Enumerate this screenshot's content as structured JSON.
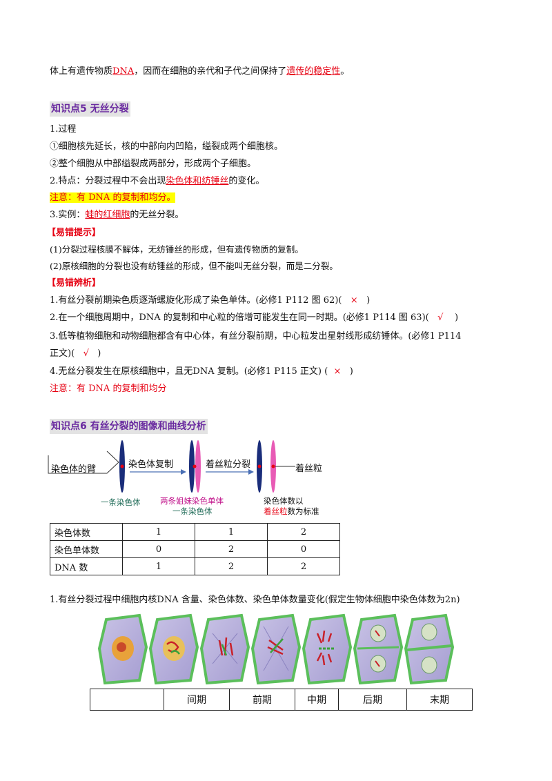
{
  "intro": {
    "prefix": "体上有遗传物质",
    "term1": "DNA",
    "mid": "，因而在细胞的亲代和子代之间保持了",
    "term2": "遗传的稳定性",
    "suffix": "。"
  },
  "section5": {
    "heading": "知识点5    无丝分裂",
    "process_title": "1.过程",
    "step1": "①细胞核先延长，核的中部向内凹陷，缢裂成两个细胞核。",
    "step2": "②整个细胞从中部缢裂成两部分，形成两个子细胞。",
    "feature_prefix": "2.特点：分裂过程中不会出现",
    "feature_term": "染色体和纺锤丝",
    "feature_suffix": "的变化。",
    "note1": "注意：有 DNA 的复制和均分。",
    "example_prefix": "3.实例：",
    "example_term": "蛙的红细胞",
    "example_suffix": "的无丝分裂。",
    "tip_title": "【易错提示】",
    "tip1": "(1)分裂过程核膜不解体，无纺锤丝的形成，但有遗传物质的复制。",
    "tip2": "(2)原核细胞的分裂也没有纺锤丝的形成，但不能叫无丝分裂，而是二分裂。",
    "analysis_title": "【易错辨析】",
    "q1": "1.有丝分裂前期染色质逐渐螺旋化形成了染色单体。(必修1  P112 图 62)(",
    "q1_mark": "×",
    "q2": "2.在一个细胞周期中，DNA 的复制和中心粒的倍增可能发生在同一时期。(必修1  P114 图 63)(",
    "q2_mark": "√",
    "q3a": "3.低等植物细胞和动物细胞都含有中心体，有丝分裂前期，中心粒发出星射线形成纺锤体。(必修1  P114",
    "q3b": "正文)(",
    "q3_mark": "√",
    "q4": "4.无丝分裂发生在原核细胞中，且无DNA 复制。(必修1  P115 正文)  (",
    "q4_mark": "×",
    "close_paren": ")",
    "note2": "注意：有 DNA 的复制和均分"
  },
  "section6": {
    "heading": "知识点6    有丝分裂的图像和曲线分析",
    "diagram": {
      "arm": "染色体的臂",
      "replicate": "染色体复制",
      "split": "着丝粒分裂",
      "centromere": "着丝粒",
      "one_chrom": "一条染色体",
      "sisters_1": "两条姐妹染色单体",
      "sisters_2": "一条染色体",
      "count_1": "染色体数以",
      "count_2a": "着丝粒",
      "count_2b": "数为标准"
    },
    "table": {
      "rows": [
        {
          "label": "染色体数",
          "values": [
            "1",
            "1",
            "2"
          ]
        },
        {
          "label": "染色单体数",
          "values": [
            "0",
            "2",
            "0"
          ]
        },
        {
          "label": "DNA 数",
          "values": [
            "1",
            "2",
            "2"
          ]
        }
      ]
    },
    "q_line": "1.有丝分裂过程中细胞内核DNA 含量、染色体数、染色单体数量变化(假定生物体细胞中染色体数为2n)",
    "phase_table": {
      "headers": [
        "",
        "间期",
        "前期",
        "中期",
        "后期",
        "末期"
      ]
    }
  }
}
